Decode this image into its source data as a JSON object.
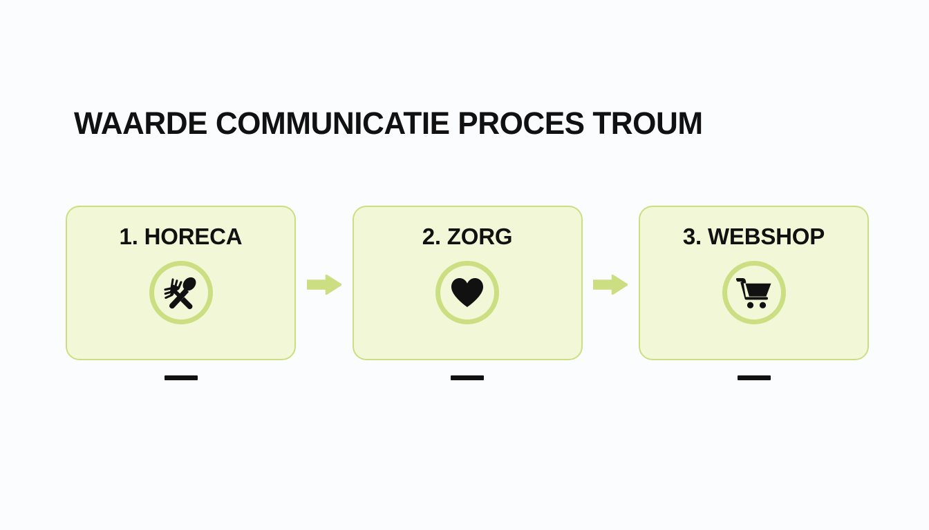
{
  "page": {
    "title": "WAARDE COMMUNICATIE PROCES TROUM",
    "background_color": "#fbfcfd",
    "title_color": "#111111"
  },
  "theme": {
    "card_fill": "#f1f7d7",
    "card_border": "#cbdf82",
    "ring_color": "#cbdf82",
    "arrow_color": "#cbdf82",
    "icon_color": "#111111",
    "dash_color": "#111111"
  },
  "process": {
    "steps": [
      {
        "label": "1. HORECA",
        "icon": "fork-and-spoon-icon"
      },
      {
        "label": "2. ZORG",
        "icon": "heart-icon"
      },
      {
        "label": "3. WEBSHOP",
        "icon": "shopping-cart-icon"
      }
    ],
    "connectors": [
      {
        "icon": "arrow-right-icon"
      },
      {
        "icon": "arrow-right-icon"
      }
    ]
  }
}
